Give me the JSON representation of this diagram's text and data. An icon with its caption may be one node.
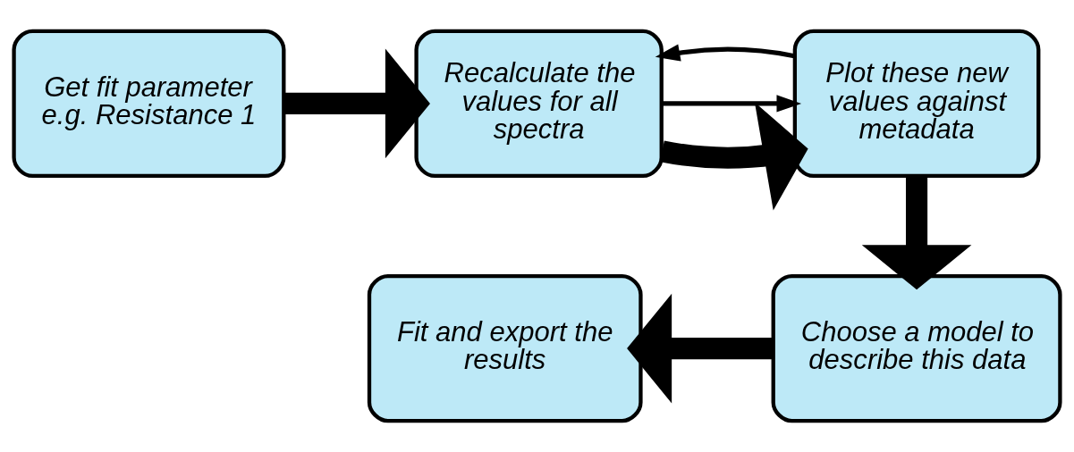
{
  "diagram": {
    "nodes": [
      {
        "text": [
          "Get fit parameter e.g. Resistance 1"
        ]
      },
      {
        "text": [
          "Recalculate the values for all spectra"
        ]
      },
      {
        "text": [
          "Plot these new values against metadata"
        ]
      },
      {
        "text": [
          "Choose a model to describe this data"
        ]
      },
      {
        "text": [
          "Fit and export the results"
        ]
      }
    ],
    "edges": [
      {
        "from": 0,
        "to": 1,
        "arrow": "to"
      },
      {
        "from": 1,
        "to": 2,
        "arrow": "to"
      },
      {
        "from": 1,
        "to": 2,
        "arrow": "to"
      },
      {
        "from": 2,
        "to": 1,
        "arrow": "to"
      },
      {
        "from": 2,
        "to": 3,
        "arrow": "to"
      },
      {
        "from": 3,
        "to": 4,
        "arrow": "to"
      }
    ]
  }
}
